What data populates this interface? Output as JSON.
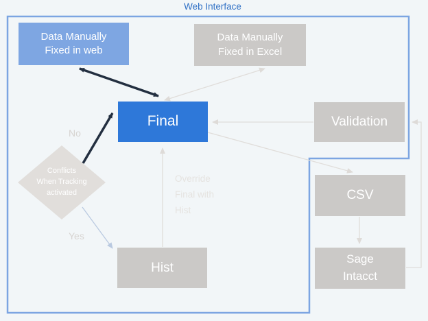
{
  "diagram": {
    "container_label": "Web Interface",
    "nodes": {
      "web_fix": {
        "lines": [
          "Data Manually",
          "Fixed in web"
        ]
      },
      "excel_fix": {
        "lines": [
          "Data Manually",
          "Fixed in Excel"
        ]
      },
      "final": {
        "label": "Final"
      },
      "validation": {
        "label": "Validation"
      },
      "csv": {
        "label": "CSV"
      },
      "sage": {
        "lines": [
          "Sage",
          "Intacct"
        ]
      },
      "hist": {
        "label": "Hist"
      },
      "conflicts": {
        "lines": [
          "Conflicts",
          "When Tracking",
          "activated"
        ]
      }
    },
    "edge_labels": {
      "no": "No",
      "yes": "Yes",
      "override": [
        "Override",
        "Final with",
        "Hist"
      ]
    },
    "edges": [
      {
        "from": "web_fix",
        "to": "final",
        "style": "dark",
        "bidirectional": true
      },
      {
        "from": "conflicts",
        "to": "final",
        "style": "dark",
        "label": "No"
      },
      {
        "from": "final",
        "to": "excel_fix",
        "style": "light",
        "bidirectional": true
      },
      {
        "from": "validation",
        "to": "final",
        "style": "light"
      },
      {
        "from": "final",
        "to": "csv",
        "style": "light"
      },
      {
        "from": "hist",
        "to": "final",
        "style": "light",
        "label": "Override Final with Hist"
      },
      {
        "from": "csv",
        "to": "sage",
        "style": "light"
      },
      {
        "from": "sage",
        "to": "validation",
        "style": "light"
      },
      {
        "from": "conflicts",
        "to": "hist",
        "style": "blue",
        "label": "Yes"
      }
    ]
  },
  "colors": {
    "background": "#f2f6f8",
    "container_border": "#7ca5e2",
    "container_label_text": "#3272c6",
    "final_box": "#2e78d9",
    "web_fix_box": "#7ea6e2",
    "gray_box": "#cbc9c7",
    "diamond": "#e1dedb",
    "dark_arrow": "#232f40",
    "light_line": "#e0ddda",
    "yes_arrow": "#b9c9e0",
    "box_text": "#ffffff"
  }
}
